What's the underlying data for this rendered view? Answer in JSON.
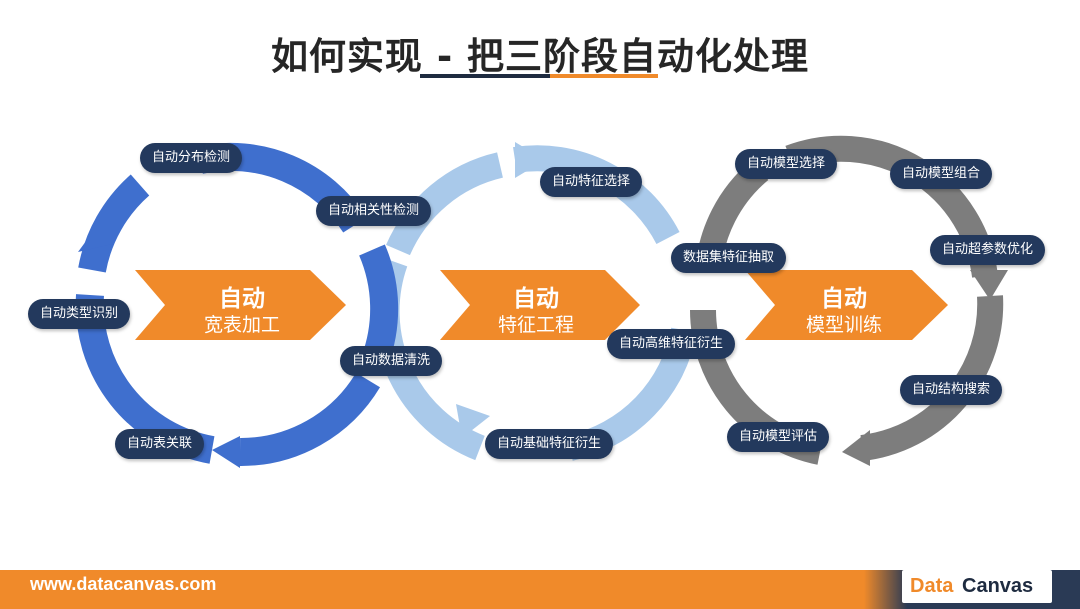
{
  "title": "如何实现 - 把三阶段自动化处理",
  "colors": {
    "ring1": "#3f6fce",
    "ring2": "#a9c9ea",
    "ring3": "#7d7d7d",
    "arrow": "#f08a2a",
    "pill": "#23395d",
    "footer": "#f08a2a",
    "footer_dark": "#2a3a55"
  },
  "stages": [
    {
      "arrow_line1": "自动",
      "arrow_line2": "宽表加工",
      "steps": [
        "自动分布检测",
        "自动相关性检测",
        "自动数据清洗",
        "自动表关联",
        "自动类型识别"
      ]
    },
    {
      "arrow_line1": "自动",
      "arrow_line2": "特征工程",
      "steps": [
        "自动特征选择",
        "数据集特征抽取",
        "自动高维特征衍生",
        "自动基础特征衍生"
      ]
    },
    {
      "arrow_line1": "自动",
      "arrow_line2": "模型训练",
      "steps": [
        "自动模型选择",
        "自动模型组合",
        "自动超参数优化",
        "自动结构搜索",
        "自动模型评估"
      ]
    }
  ],
  "footer": {
    "url": "www.datacanvas.com",
    "logo_data": "Data",
    "logo_canvas": "Canvas"
  }
}
